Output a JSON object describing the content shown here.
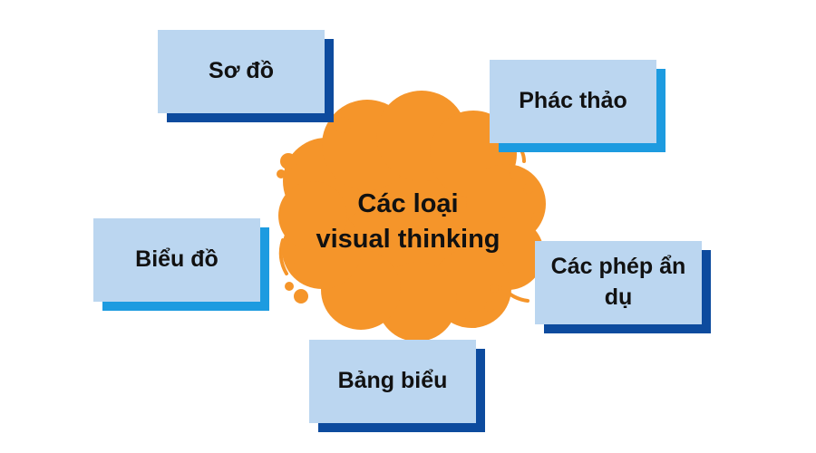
{
  "colors": {
    "cloud": "#F5952A",
    "card_face": "#BBD6F0",
    "shadow_dark": "#0D4B9E",
    "shadow_light": "#1D9BE0",
    "text": "#111111"
  },
  "center": {
    "line1": "Các loại",
    "line2": "visual thinking"
  },
  "cards": {
    "so_do": {
      "label": "Sơ đồ"
    },
    "phac_thao": {
      "label": "Phác thảo"
    },
    "bieu_do": {
      "label": "Biểu đồ"
    },
    "an_du": {
      "line1": "Các phép ẩn",
      "line2": "dụ"
    },
    "bang_bieu": {
      "label": "Bảng biểu"
    }
  }
}
